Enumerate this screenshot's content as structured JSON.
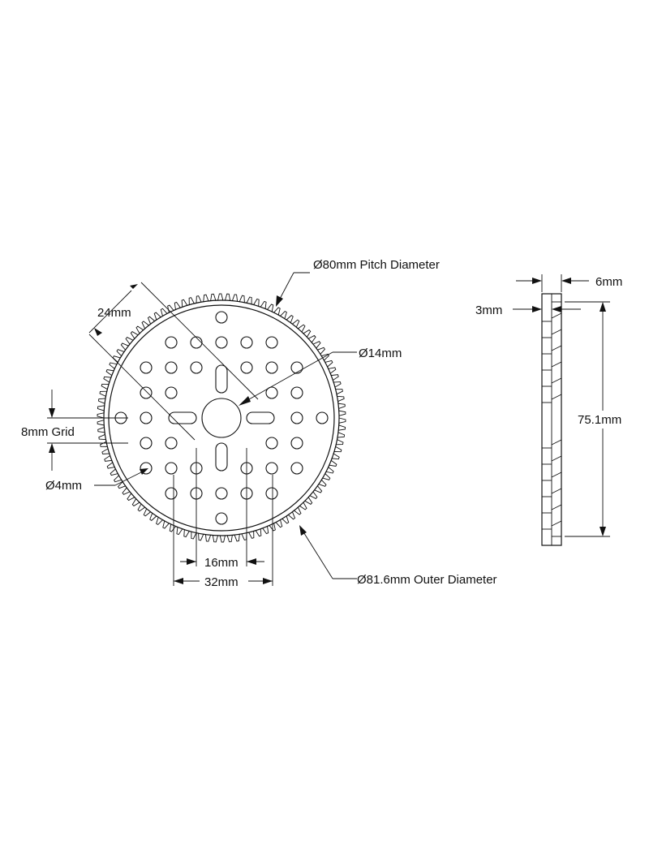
{
  "labels": {
    "pitch_diameter": "Ø80mm Pitch Diameter",
    "bore_diameter": "Ø14mm",
    "slot_spacing": "24mm",
    "grid": "8mm Grid",
    "hole_diameter": "Ø4mm",
    "spacing_16": "16mm",
    "spacing_32": "32mm",
    "outer_diameter": "Ø81.6mm Outer Diameter",
    "thickness_total": "6mm",
    "thickness_hub": "3mm",
    "side_height": "75.1mm"
  },
  "colors": {
    "line": "#111111",
    "background": "#ffffff"
  }
}
